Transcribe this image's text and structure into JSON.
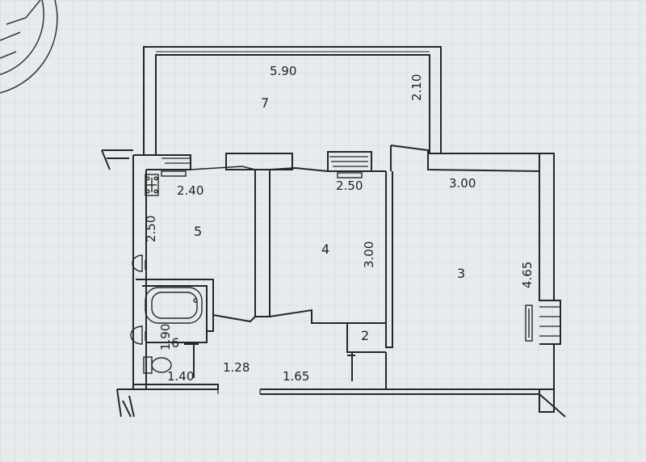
{
  "plan": {
    "rooms": [
      {
        "id": "7",
        "number": "7"
      },
      {
        "id": "5",
        "number": "5"
      },
      {
        "id": "4",
        "number": "4"
      },
      {
        "id": "3",
        "number": "3"
      },
      {
        "id": "2",
        "number": "2"
      },
      {
        "id": "6",
        "number": "6"
      }
    ],
    "dimensions": {
      "d590": "5.90",
      "d210": "2.10",
      "d240": "2.40",
      "d250a": "2.50",
      "d250b": "2.50",
      "d300a": "3.00",
      "d300b": "3.00",
      "d465": "4.65",
      "d190": "1.90",
      "d140": "1.40",
      "d128": "1.28",
      "d165": "1.65"
    }
  },
  "colors": {
    "paper": "#e9ecee",
    "grid": "#c9cfd4",
    "wall": "#2a2a2a",
    "text": "#222222"
  }
}
